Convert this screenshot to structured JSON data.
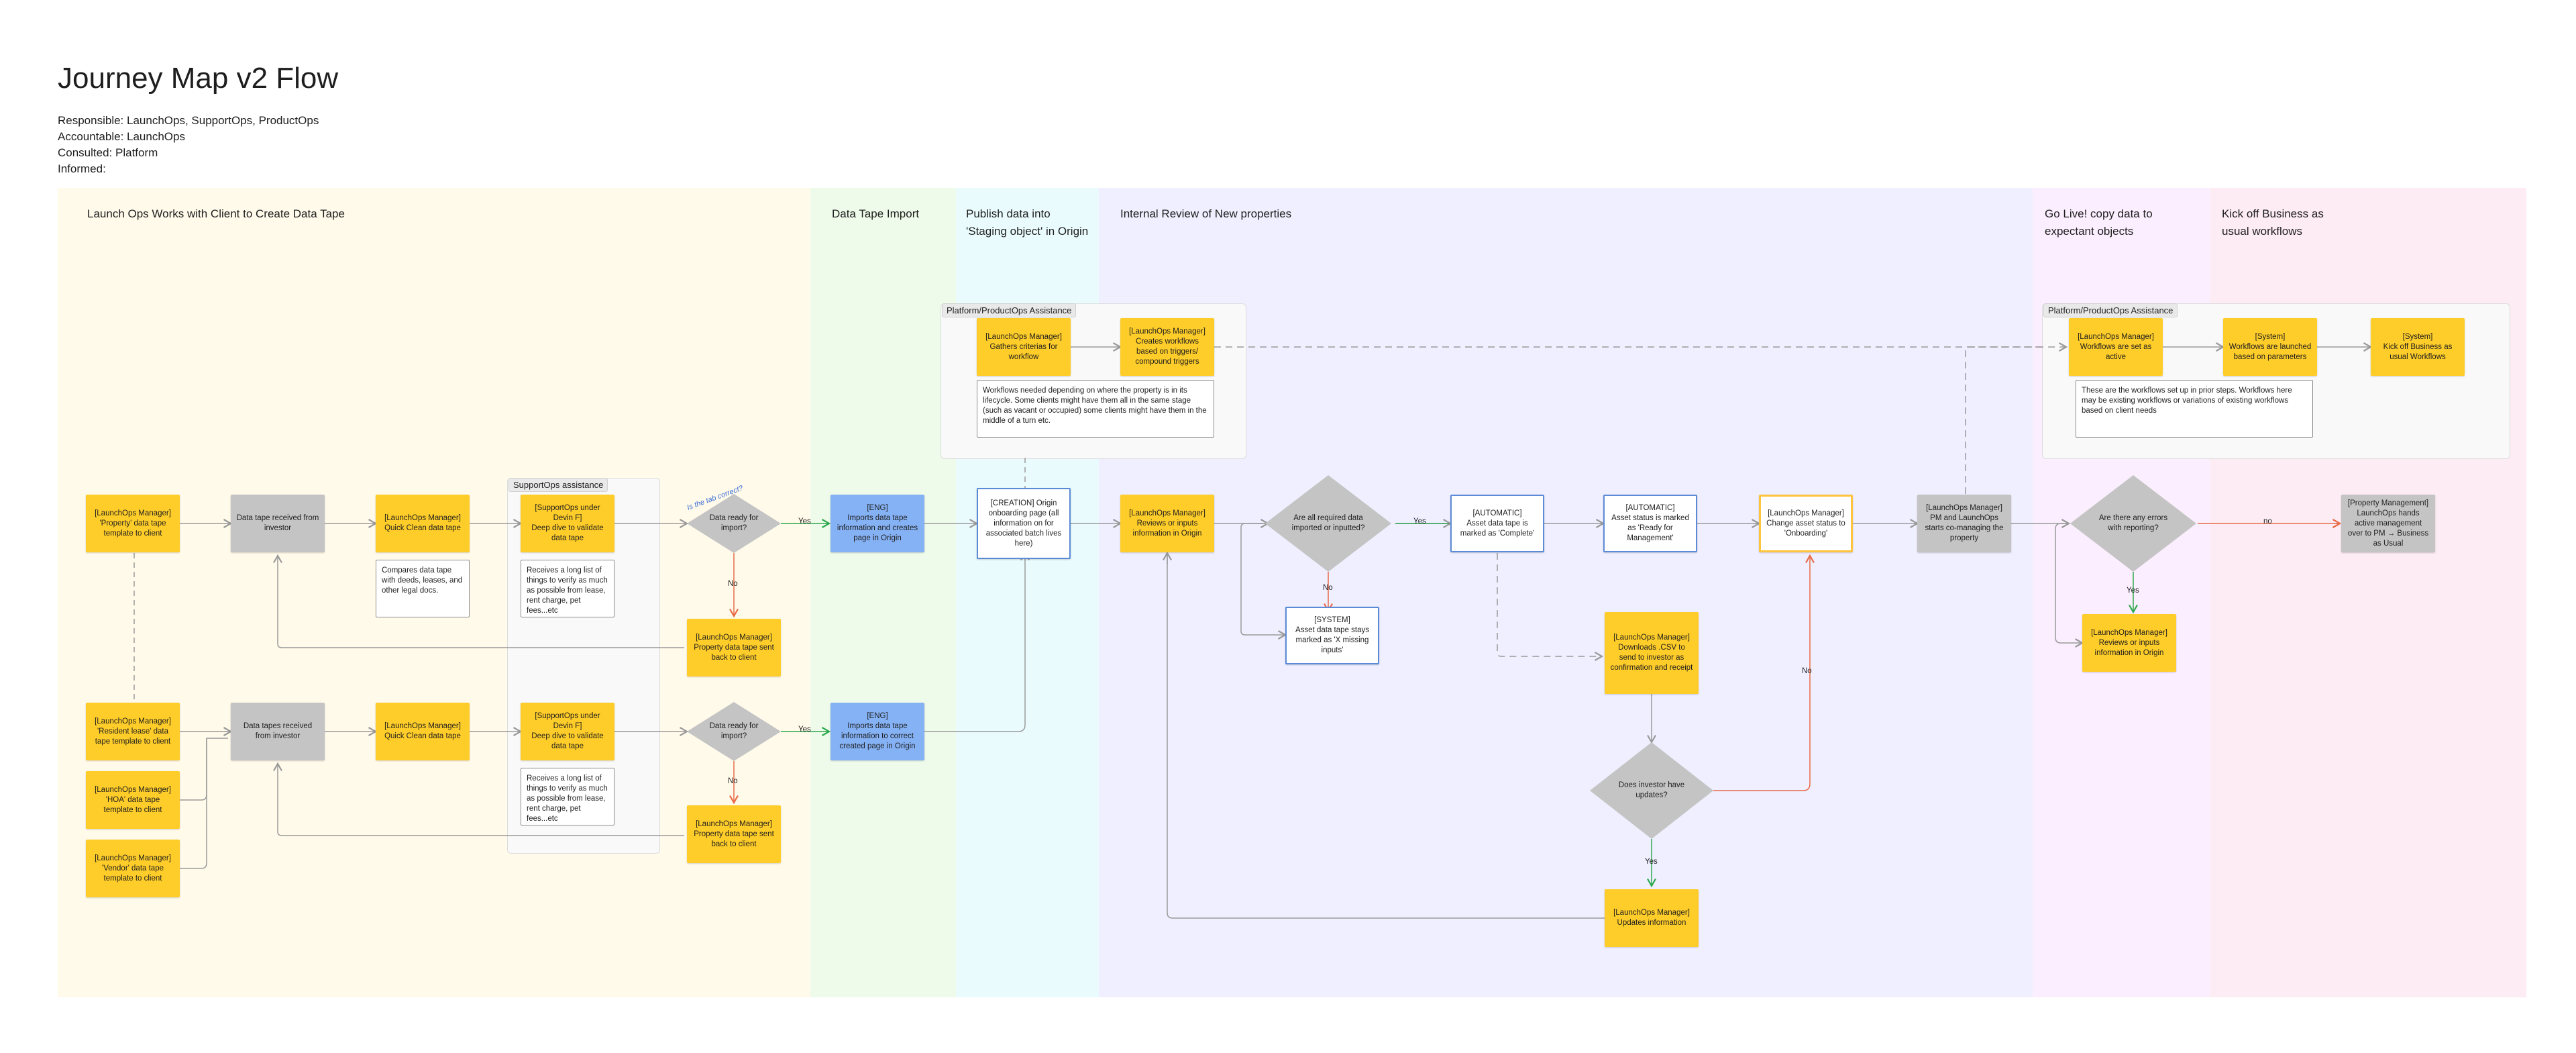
{
  "header": {
    "title": "Journey Map v2 Flow",
    "responsible": "Responsible: LaunchOps, SupportOps, ProductOps",
    "accountable": "Accountable: LaunchOps",
    "consulted": "Consulted: Platform",
    "informed": "Informed:"
  },
  "colors": {
    "yellow": "#ffcd29",
    "gray": "#c4c4c4",
    "blue": "#85b2f5",
    "green_arrow": "#2fa84f",
    "red_arrow": "#e86a47"
  },
  "lanes": {
    "create_tape": "Launch Ops Works with Client to Create Data Tape",
    "tape_import": "Data Tape Import",
    "publish_1": "Publish data into",
    "publish_2": "'Staging object' in Origin",
    "internal_review": "Internal Review of New properties",
    "go_live_1": "Go Live! copy data to",
    "go_live_2": "expectant objects",
    "kickoff_1": "Kick off Business as",
    "kickoff_2": "usual workflows"
  },
  "panels": {
    "support_ops": "SupportOps assistance",
    "platform_left": "Platform/ProductOps Assistance",
    "platform_right": "Platform/ProductOps Assistance"
  },
  "cards": {
    "lm_property": "[LaunchOps Manager]\n'Property' data tape template to client",
    "tape_received": "Data tape received from investor",
    "quick_clean_1": "[LaunchOps Manager]\nQuick Clean data tape",
    "support_devin_1": "[SupportOps under Devin F]\nDeep dive to validate data tape",
    "property_sent_back_1": "[LaunchOps Manager]\nProperty data tape sent back to client",
    "eng_import_1": "[ENG]\nImports data tape information and creates page in Origin",
    "lm_resident": "[LaunchOps Manager]\n'Resident lease' data tape template to client",
    "lm_hoa": "[LaunchOps Manager]\n'HOA' data tape template to client",
    "lm_vendor": "[LaunchOps Manager]\n'Vendor' data tape template to client",
    "tapes_received": "Data tapes received from investor",
    "quick_clean_2": "[LaunchOps Manager]\nQuick Clean data tape",
    "support_devin_2": "[SupportOps under Devin F]\nDeep dive to validate data tape",
    "property_sent_back_2": "[LaunchOps Manager]\nProperty data tape sent back to client",
    "eng_import_2": "[ENG]\nImports data tape information to correct created page in Origin",
    "creation": "[CREATION] Origin onboarding page (all information on for associated batch lives here)",
    "gathers_criteria": "[LaunchOps Manager]\nGathers criterias for workflow",
    "creates_workflows": "[LaunchOps Manager]\nCreates workflows based on triggers/ compound triggers",
    "reviews_1": "[LaunchOps Manager]\nReviews or inputs information in Origin",
    "automatic_complete": "[AUTOMATIC]\nAsset data tape is marked as 'Complete'",
    "automatic_ready": "[AUTOMATIC]\nAsset status is marked as 'Ready for Management'",
    "change_status": "[LaunchOps Manager]\nChange asset status to 'Onboarding'",
    "pm_launchops": "[LaunchOps Manager]\nPM and LaunchOps starts co-managing the property",
    "system_missing": "[SYSTEM]\nAsset data tape stays marked as 'X missing inputs'",
    "downloads_csv": "[LaunchOps Manager]\nDownloads .CSV to send to investor as confirmation and receipt",
    "updates_info": "[LaunchOps Manager]\nUpdates information",
    "workflows_active": "[LaunchOps Manager]\nWorkflows are set as active",
    "system_launched": "[System]\nWorkflows are launched based on parameters",
    "system_kickoff": "[System]\nKick off Business as usual Workflows",
    "reviews_2": "[LaunchOps Manager]\nReviews or inputs information in Origin",
    "property_mgmt": "[Property Management]\nLaunchOps hands active management over to PM → Business as Usual"
  },
  "diamonds": {
    "data_ready_1": "Data ready for import?",
    "data_ready_2": "Data ready for import?",
    "all_required": "Are all required data imported or inputted?",
    "investor_updates": "Does investor have updates?",
    "errors_reporting": "Are there any errors with reporting?"
  },
  "notes": {
    "compares": "Compares data tape with deeds, leases, and other legal docs.",
    "long_list_1": "Receives a long list of things to verify as much as possible from lease, rent charge, pet fees...etc",
    "long_list_2": "Receives a long list of things to verify as much as possible from lease, rent charge, pet fees...etc",
    "workflows_needed": "Workflows needed depending on where the property is in its lifecycle. Some clients might have them all in the same stage (such as vacant or occupied) some clients might have them in the middle of a turn etc.",
    "workflows_setup": "These are the workflows set up in prior steps. Workflows here may be existing workflows or variations of existing workflows based on client needs"
  },
  "labels": {
    "yes_1": "Yes",
    "no_1": "No",
    "yes_2": "Yes",
    "no_2": "No",
    "yes_3": "Yes",
    "no_3": "No",
    "no_4": "No",
    "yes_4": "Yes",
    "yes_5": "Yes",
    "no_5": "no",
    "handwritten": "Is the tab correct?"
  }
}
